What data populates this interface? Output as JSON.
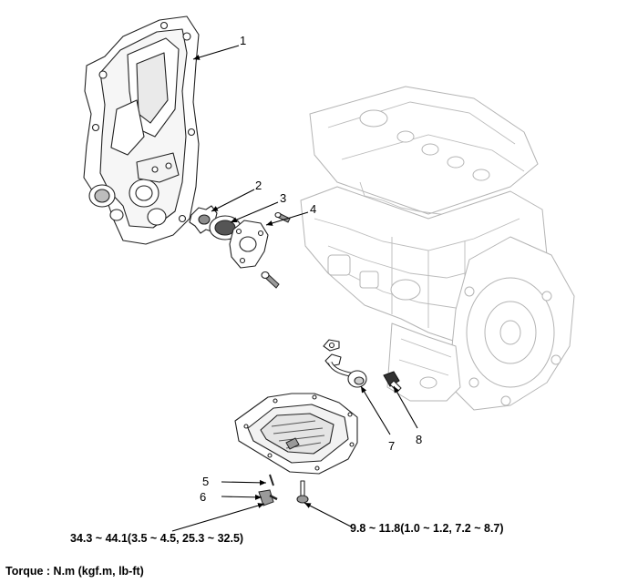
{
  "callouts": {
    "c1": "1",
    "c2": "2",
    "c3": "3",
    "c4": "4",
    "c5": "5",
    "c6": "6",
    "c7": "7",
    "c8": "8"
  },
  "torque_specs": {
    "drain_plug": "34.3 ~ 44.1(3.5 ~ 4.5, 25.3 ~ 32.5)",
    "oil_pan_bolt": "9.8 ~ 11.8(1.0 ~ 1.2, 7.2 ~ 8.7)"
  },
  "units_note": "Torque : N.m (kgf.m, lb-ft)"
}
